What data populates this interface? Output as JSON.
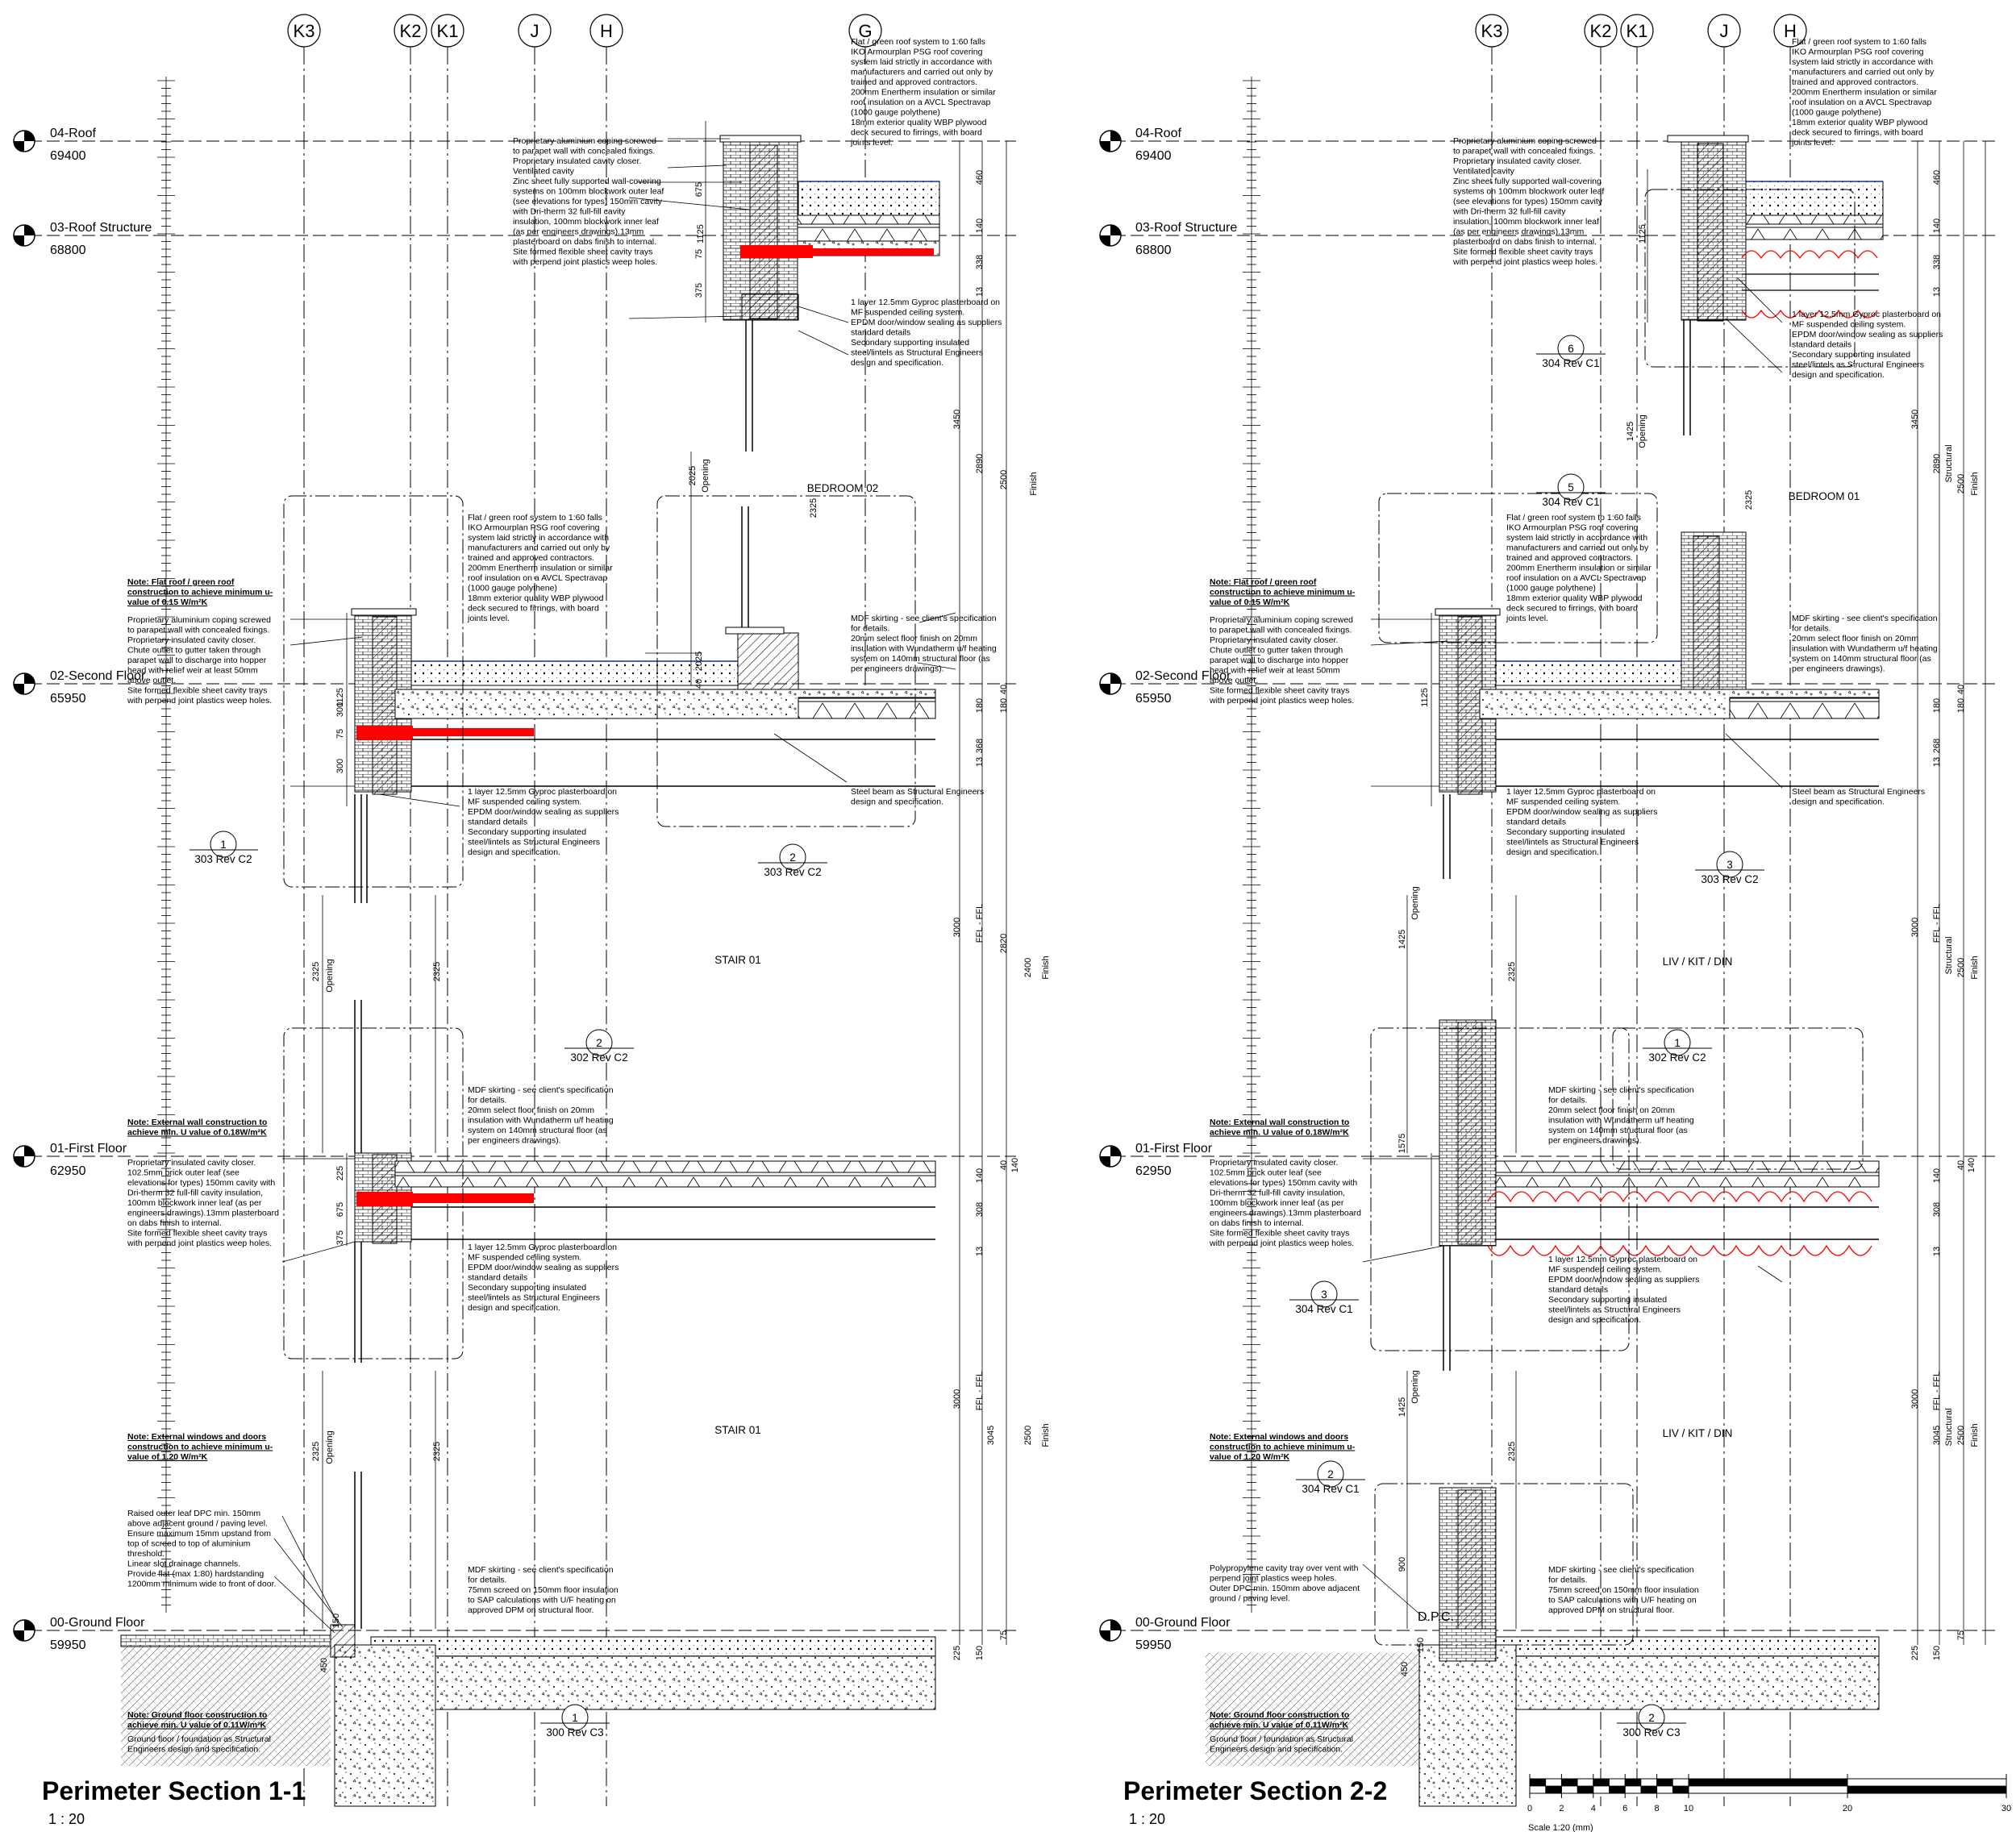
{
  "grid_labels": [
    "K3",
    "K2",
    "K1",
    "J",
    "H",
    "G"
  ],
  "levels": [
    {
      "name": "04-Roof",
      "elev": "69400"
    },
    {
      "name": "03-Roof Structure",
      "elev": "68800"
    },
    {
      "name": "02-Second Floor",
      "elev": "65950"
    },
    {
      "name": "01-First Floor",
      "elev": "62950"
    },
    {
      "name": "00-Ground Floor",
      "elev": "59950"
    }
  ],
  "sections": [
    {
      "title": "Perimeter Section 1-1",
      "scale": "1 : 20"
    },
    {
      "title": "Perimeter Section 2-2",
      "scale": "1 : 20"
    }
  ],
  "rooms": {
    "bedroom_02": "BEDROOM 02",
    "bedroom_01": "BEDROOM 01",
    "stair_01": "STAIR 01",
    "liv_kit_din": "LIV / KIT / DIN"
  },
  "callouts": {
    "c303_1": {
      "num": "1",
      "ref": "303 Rev C2"
    },
    "c303_2": {
      "num": "2",
      "ref": "303 Rev C2"
    },
    "c302_2": {
      "num": "2",
      "ref": "302 Rev C2"
    },
    "c300_1": {
      "num": "1",
      "ref": "300 Rev C3"
    },
    "c304_6": {
      "num": "6",
      "ref": "304 Rev C1"
    },
    "c304_5": {
      "num": "5",
      "ref": "304 Rev C1"
    },
    "c303_3": {
      "num": "3",
      "ref": "303 Rev C2"
    },
    "c302_1": {
      "num": "1",
      "ref": "302 Rev C2"
    },
    "c304_3": {
      "num": "3",
      "ref": "304 Rev C1"
    },
    "c304_2": {
      "num": "2",
      "ref": "304 Rev C1"
    },
    "c300_2": {
      "num": "2",
      "ref": "300 Rev C3"
    }
  },
  "notes": {
    "roof_g": [
      "Flat / green roof system to 1:60 falls",
      "IKO Armourplan PSG roof covering",
      "system laid strictly in accordance with",
      "manufacturers and carried out only by",
      "trained and approved contractors.",
      "200mm Enertherm insulation or similar",
      "roof insulation on a AVCL Spectravap",
      "(1000 gauge polythene)",
      "18mm exterior quality WBP plywood",
      "deck secured to firrings, with board",
      "joints level."
    ],
    "ceiling_g": [
      "1 layer 12.5mm Gyproc plasterboard on",
      "MF suspended ceiling system.",
      "EPDM door/window sealing as suppliers",
      "standard details",
      "Secondary supporting insulated",
      "steel/lintels as Structural Engineers",
      "design and specification."
    ],
    "parapet_top": [
      "Proprietary aluminium coping screwed",
      "to parapet wall with concealed fixings.",
      "Proprietary insulated cavity closer.",
      "Ventilated cavity",
      "Zinc sheet fully supported wall-covering",
      "systems on 100mm blockwork outer leaf",
      "(see elevations for types) 150mm cavity",
      "with Dri-therm 32 full-fill cavity",
      "insulation, 100mm blockwork inner leaf",
      "(as per engineers drawings).13mm",
      "plasterboard on dabs finish to internal.",
      "Site formed flexible sheet cavity trays",
      "with perpend joint plastics weep holes."
    ],
    "roof_mid": [
      "Flat / green roof system to 1:60 falls",
      "IKO Armourplan PSG roof covering",
      "system laid strictly in accordance with",
      "manufacturers and carried out only by",
      "trained and approved contractors.",
      "200mm Enertherm insulation or similar",
      "roof insulation on a AVCL Spectravap",
      "(1000 gauge polythene)",
      "18mm exterior quality WBP plywood",
      "deck secured to firrings, with board",
      "joints level."
    ],
    "skirting_top": [
      "MDF skirting - see client's specification",
      "for details.",
      "20mm select floor finish on 20mm",
      "insulation with Wundatherm u/f heating",
      "system on 140mm structural floor (as",
      "per engineers drawings)."
    ],
    "note_roof": [
      "Note: Flat roof / green roof",
      "construction to achieve minimum u-",
      "value of 0.15 W/m²K"
    ],
    "left_second": [
      "Proprietary aluminium coping screwed",
      "to parapet wall with concealed fixings.",
      "Proprietary insulated cavity closer.",
      "Chute outlet to gutter taken through",
      "parapet wall to discharge into hopper",
      "head with relief weir at least 50mm",
      "above outlet.",
      "Site formed flexible sheet cavity trays",
      "with perpend joint plastics weep holes."
    ],
    "ceiling_second": [
      "1 layer 12.5mm Gyproc plasterboard on",
      "MF suspended ceiling system.",
      "EPDM door/window sealing as suppliers",
      "standard details",
      "Secondary supporting insulated",
      "steel/lintels as Structural Engineers",
      "design and specification."
    ],
    "steel_beam": [
      "Steel beam as Structural Engineers",
      "design and specification."
    ],
    "skirting_first": [
      "MDF skirting - see client's specification",
      "for details.",
      "20mm select floor finish on 20mm",
      "insulation with Wundatherm u/f heating",
      "system on 140mm structural floor (as",
      "per engineers drawings)."
    ],
    "note_wall": [
      "Note: External wall construction to",
      "achieve min. U value of 0.18W/m²K"
    ],
    "left_first": [
      "Proprietary insulated cavity closer.",
      "102.5mm brick outer leaf (see",
      "elevations for types) 150mm cavity with",
      "Dri-therm 32 full-fill cavity insulation,",
      "100mm blockwork inner leaf (as per",
      "engineers drawings).13mm plasterboard",
      "on dabs finish to internal.",
      "Site formed flexible sheet cavity trays",
      "with perpend joint plastics weep holes."
    ],
    "ceiling_first": [
      "1 layer 12.5mm Gyproc plasterboard on",
      "MF suspended ceiling system.",
      "EPDM door/window sealing as suppliers",
      "standard details",
      "Secondary supporting insulated",
      "steel/lintels as Structural Engineers",
      "design and specification."
    ],
    "note_windows": [
      "Note: External windows and doors",
      "construction to achieve minimum u-",
      "value of 1.20 W/m²K"
    ],
    "left_ground_1": [
      "Raised outer leaf DPC min. 150mm",
      "above adjacent ground / paving level.",
      "Ensure maximum 15mm upstand from",
      "top of screed to top of aluminium",
      "threshold.",
      "Linear slot drainage channels.",
      "Provide flat (max 1:80) hardstanding",
      "1200mm minimum wide to front of door."
    ],
    "left_ground_2": [
      "Polypropylene cavity tray over vent with",
      "perpend joint plastics weep holes.",
      "Outer DPC min. 150mm above adjacent",
      "ground / paving level."
    ],
    "ground_floor": [
      "MDF skirting - see client's specification",
      "for details.",
      "75mm screed on 150mm floor insulation",
      "to SAP calculations with U/F heating on",
      "approved DPM on structural floor."
    ],
    "note_ground": [
      "Note: Ground floor construction to",
      "achieve min. U value of 0.11W/m²K"
    ],
    "foundation": [
      "Ground floor / foundation as Structural",
      "Engineers design and specification."
    ],
    "dpc": "D.P.C."
  },
  "dims": {
    "roof_v": [
      "460",
      "140",
      "338",
      "13"
    ],
    "roof_p": [
      "675",
      "1125",
      "75",
      "375"
    ],
    "sec2_v": [
      "180",
      "13",
      "368"
    ],
    "sec2_v2": [
      "180",
      "13",
      "268"
    ],
    "sec2_p": [
      "1125",
      "300",
      "75",
      "300"
    ],
    "first_v": [
      "140",
      "13",
      "308"
    ],
    "first_v2": [
      "40",
      "140"
    ],
    "first_p": [
      "225",
      "675",
      "375"
    ],
    "upper_big": [
      "3450",
      "2890",
      "2500"
    ],
    "mid_big": [
      "3000",
      "2820",
      "2400"
    ],
    "mid_big2": [
      "3000",
      "2500"
    ],
    "low_big": [
      "3000",
      "3045",
      "2500"
    ],
    "ground_v": [
      "225",
      "150",
      "75"
    ],
    "openings": [
      "2325",
      "2025",
      "1425",
      "1575",
      "900",
      "450",
      "150"
    ],
    "labels": [
      "Opening",
      "Finish",
      "FFL - FFL",
      "Structural"
    ]
  },
  "scale_bar": {
    "ticks": [
      "0",
      "2",
      "4",
      "6",
      "8",
      "10",
      "20",
      "30"
    ],
    "label": "Scale 1:20 (mm)"
  }
}
